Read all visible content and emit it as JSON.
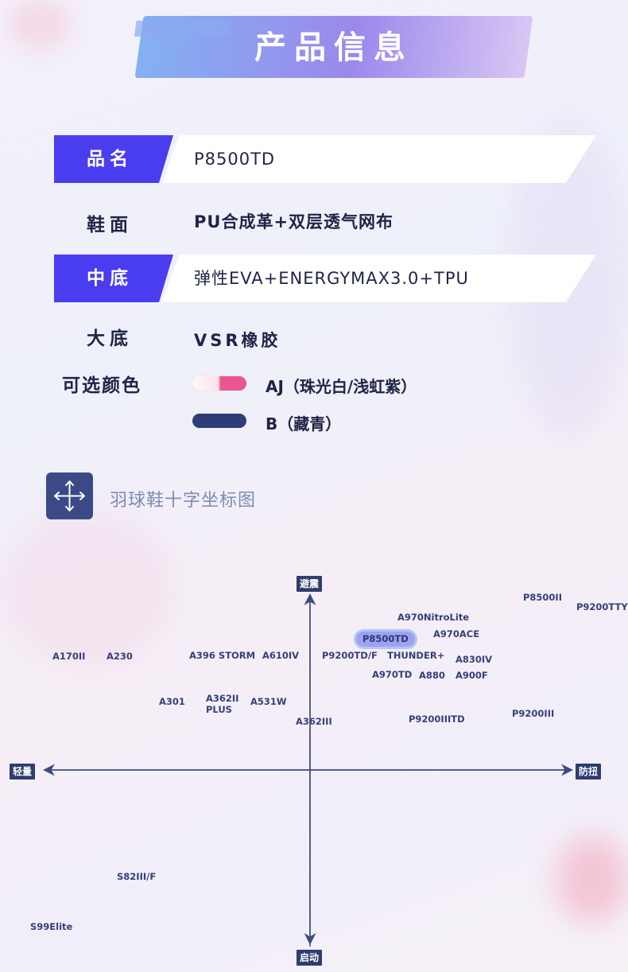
{
  "header": {
    "title": "产品信息"
  },
  "info": {
    "name": {
      "label": "品名",
      "value": "P8500TD"
    },
    "upper": {
      "label": "鞋面",
      "value": "PU合成革+双层透气网布"
    },
    "midsole": {
      "label": "中底",
      "value": "弹性EVA+ENERGYMAX3.0+TPU"
    },
    "outsole": {
      "label": "大底",
      "value": "VSR橡胶"
    },
    "colors": {
      "label": "可选颜色",
      "options": [
        {
          "name": "AJ（珠光白/浅虹紫）",
          "swatch": [
            "#fcecf0",
            "#ec5593"
          ]
        },
        {
          "name": "B（藏青）",
          "swatch": [
            "#2e3d78"
          ]
        }
      ]
    }
  },
  "section": {
    "title": "羽球鞋十字坐标图",
    "icon": "move-arrows-icon"
  },
  "chart_data": {
    "type": "scatter",
    "axes": {
      "top": "避震",
      "bottom": "启动",
      "left": "轻量",
      "right": "防扭"
    },
    "models": [
      {
        "label": "P8500II"
      },
      {
        "label": "P9200TTY"
      },
      {
        "label": "A970NitroLite"
      },
      {
        "label": "P8500TD",
        "highlight": true
      },
      {
        "label": "A970ACE"
      },
      {
        "label": "A170II"
      },
      {
        "label": "A230"
      },
      {
        "label": "A396 STORM"
      },
      {
        "label": "A610IV"
      },
      {
        "label": "P9200TD/F"
      },
      {
        "label": "THUNDER+"
      },
      {
        "label": "A830IV"
      },
      {
        "label": "A970TD"
      },
      {
        "label": "A880"
      },
      {
        "label": "A900F"
      },
      {
        "label": "A301"
      },
      {
        "label": "A362II"
      },
      {
        "label": "PLUS"
      },
      {
        "label": "A531W"
      },
      {
        "label": "A362III"
      },
      {
        "label": "P9200IIITD"
      },
      {
        "label": "P9200III"
      },
      {
        "label": "S82III/F"
      },
      {
        "label": "S99Elite"
      }
    ]
  },
  "colors": {
    "accent": "#4a3df0",
    "axis": "#35407a"
  }
}
